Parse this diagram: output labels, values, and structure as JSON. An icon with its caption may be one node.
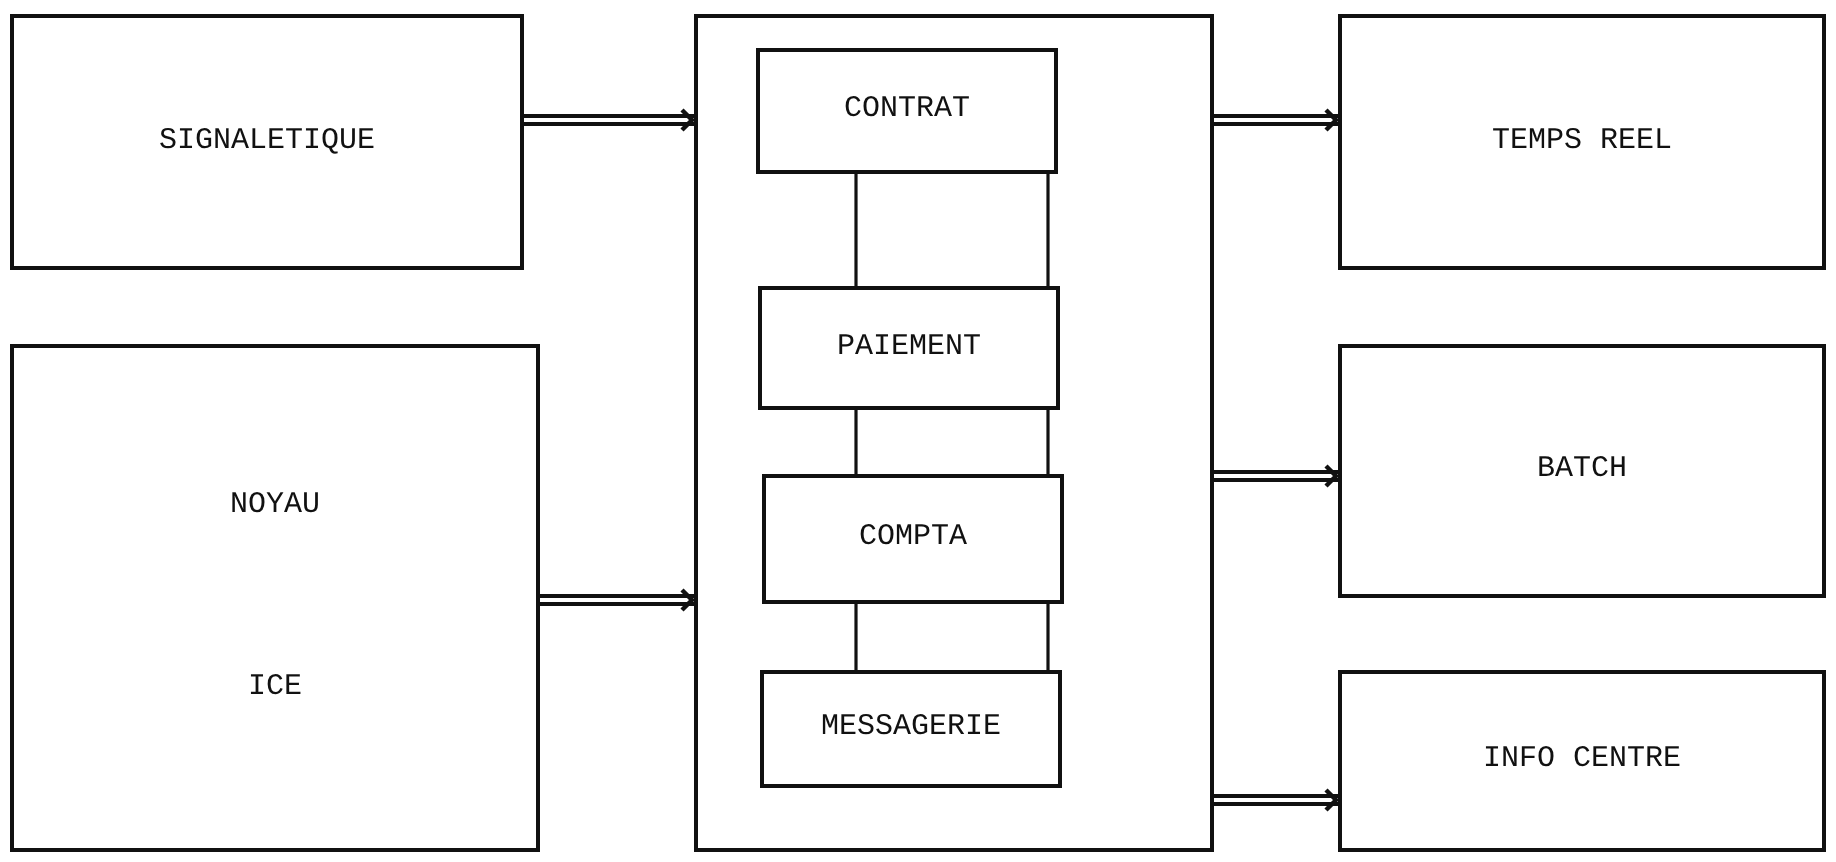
{
  "diagram": {
    "nodes": [
      {
        "text": [
          "SIGNALETIQUE"
        ]
      },
      {
        "text": [
          "NOYAU",
          "ICE"
        ]
      },
      {
        "text": [],
        "shape": "box"
      },
      {
        "text": [
          "CONTRAT"
        ],
        "in": 2
      },
      {
        "text": [
          "PAIEMENT"
        ],
        "in": 2
      },
      {
        "text": [
          "COMPTA"
        ],
        "in": 2
      },
      {
        "text": [
          "MESSAGERIE"
        ],
        "in": 2
      },
      {
        "text": [
          "TEMPS REEL"
        ]
      },
      {
        "text": [
          "BATCH"
        ]
      },
      {
        "text": [
          "INFO CENTRE"
        ]
      }
    ],
    "edges": [
      {
        "from": 0,
        "to": 2,
        "arrow": "to"
      },
      {
        "from": 1,
        "to": 2,
        "arrow": "to"
      },
      {
        "from": 2,
        "to": 7,
        "arrow": "to"
      },
      {
        "from": 2,
        "to": 8,
        "arrow": "to"
      },
      {
        "from": 2,
        "to": 9,
        "arrow": "to"
      },
      {
        "from": 3,
        "to": 4,
        "arrow": "none"
      },
      {
        "from": 3,
        "to": 4,
        "arrow": "none"
      },
      {
        "from": 4,
        "to": 5,
        "arrow": "none"
      },
      {
        "from": 4,
        "to": 5,
        "arrow": "none"
      },
      {
        "from": 5,
        "to": 6,
        "arrow": "none"
      },
      {
        "from": 5,
        "to": 6,
        "arrow": "none"
      }
    ]
  }
}
